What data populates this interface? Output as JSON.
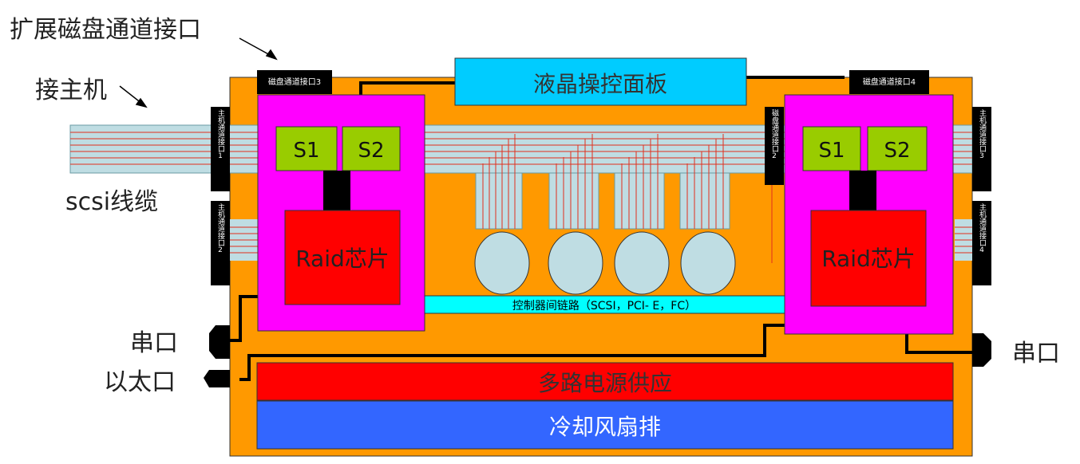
{
  "labels": {
    "expansion_port": "扩展磁盘通道接口",
    "host": "接主机",
    "scsi_cable": "scsi线缆",
    "serial_left": "串口",
    "ethernet": "以太口",
    "serial_right": "串口"
  },
  "lcd_panel": "液晶操控面板",
  "disk_ports": {
    "p3": "磁盘通道接口3",
    "p4": "磁盘通道接口4",
    "p2": "磁盘通道接口2"
  },
  "host_ports": {
    "p1": "主机通道接口1",
    "p2": "主机通道接口2",
    "p3": "主机通道接口3",
    "p4": "主机通道接口4"
  },
  "controller_left": {
    "s1": "S1",
    "s2": "S2",
    "chip": "Raid芯片"
  },
  "controller_right": {
    "s1": "S1",
    "s2": "S2",
    "chip": "Raid芯片"
  },
  "interlink": "控制器间链路（SCSI，PCI- E，FC）",
  "power": "多路电源供应",
  "fans": "冷却风扇排",
  "colors": {
    "chassis": "#FF9900",
    "controller": "#FF00FF",
    "switch": "#99CC00",
    "raid": "#FF0000",
    "lcd": "#00CCFF",
    "cable": "#BFDDE3",
    "disk": "#BFDDE3",
    "power": "#FF0000",
    "fans": "#3366FF",
    "interlink": "#00FFFF"
  }
}
